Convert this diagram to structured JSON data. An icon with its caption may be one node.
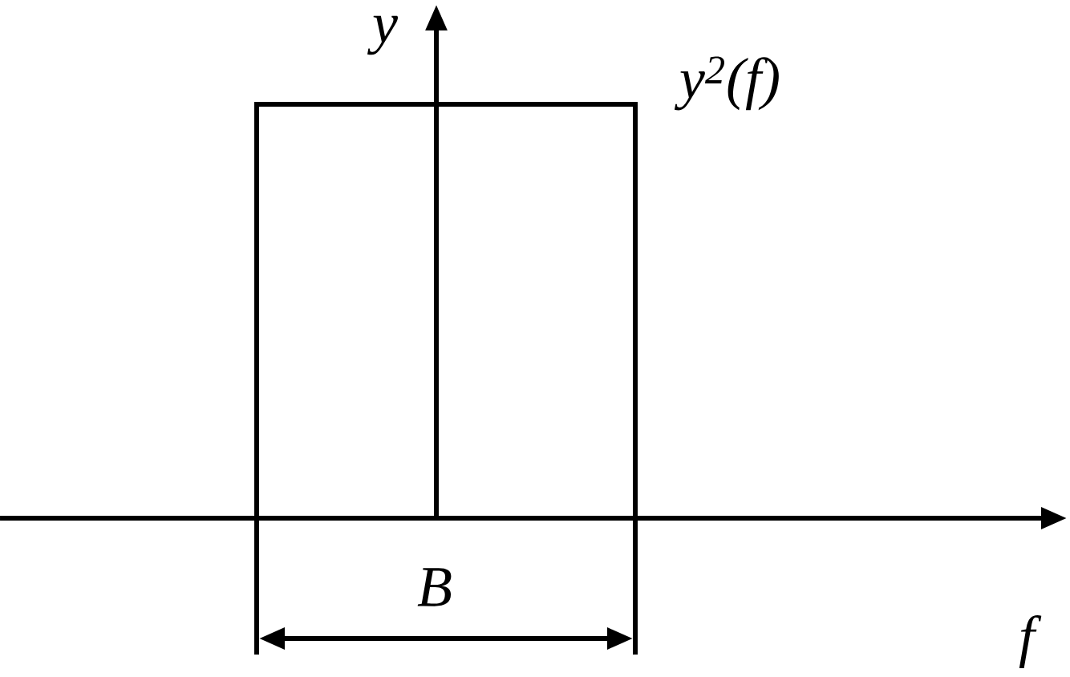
{
  "diagram": {
    "labels": [
      "y",
      "y$^{2}$(f)",
      "B",
      "f"
    ]
  }
}
